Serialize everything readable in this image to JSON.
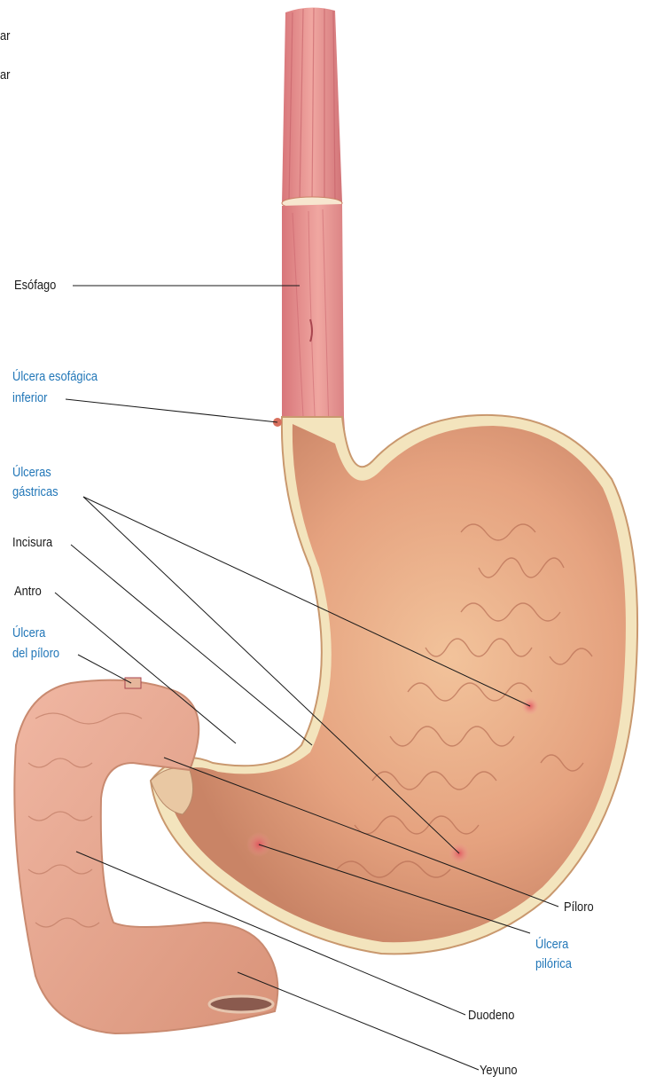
{
  "figure": {
    "cropped_labels": [
      "ar",
      "ar"
    ],
    "labels": {
      "esofago": "Esófago",
      "ulcera_esofagica_1": "Úlcera esofágica",
      "ulcera_esofagica_2": "inferior",
      "ulceras_gastricas_1": "Úlceras",
      "ulceras_gastricas_2": "gástricas",
      "incisura": "Incisura",
      "antro": "Antro",
      "ulcera_piloro_1": "Úlcera",
      "ulcera_piloro_2": "del píloro",
      "piloro": "Píloro",
      "ulcera_pilorica_1": "Úlcera",
      "ulcera_pilorica_2": "pilórica",
      "duodeno": "Duodeno",
      "yeyuno": "Yeyuno"
    },
    "colors": {
      "normal_label": "#1a1a1a",
      "ulcer_label": "#2277b8",
      "tissue": "#e8a583",
      "mucosa_dark": "#c97f63",
      "esophagus": "#e08a86",
      "wall_edge": "#f1e2b8"
    }
  }
}
